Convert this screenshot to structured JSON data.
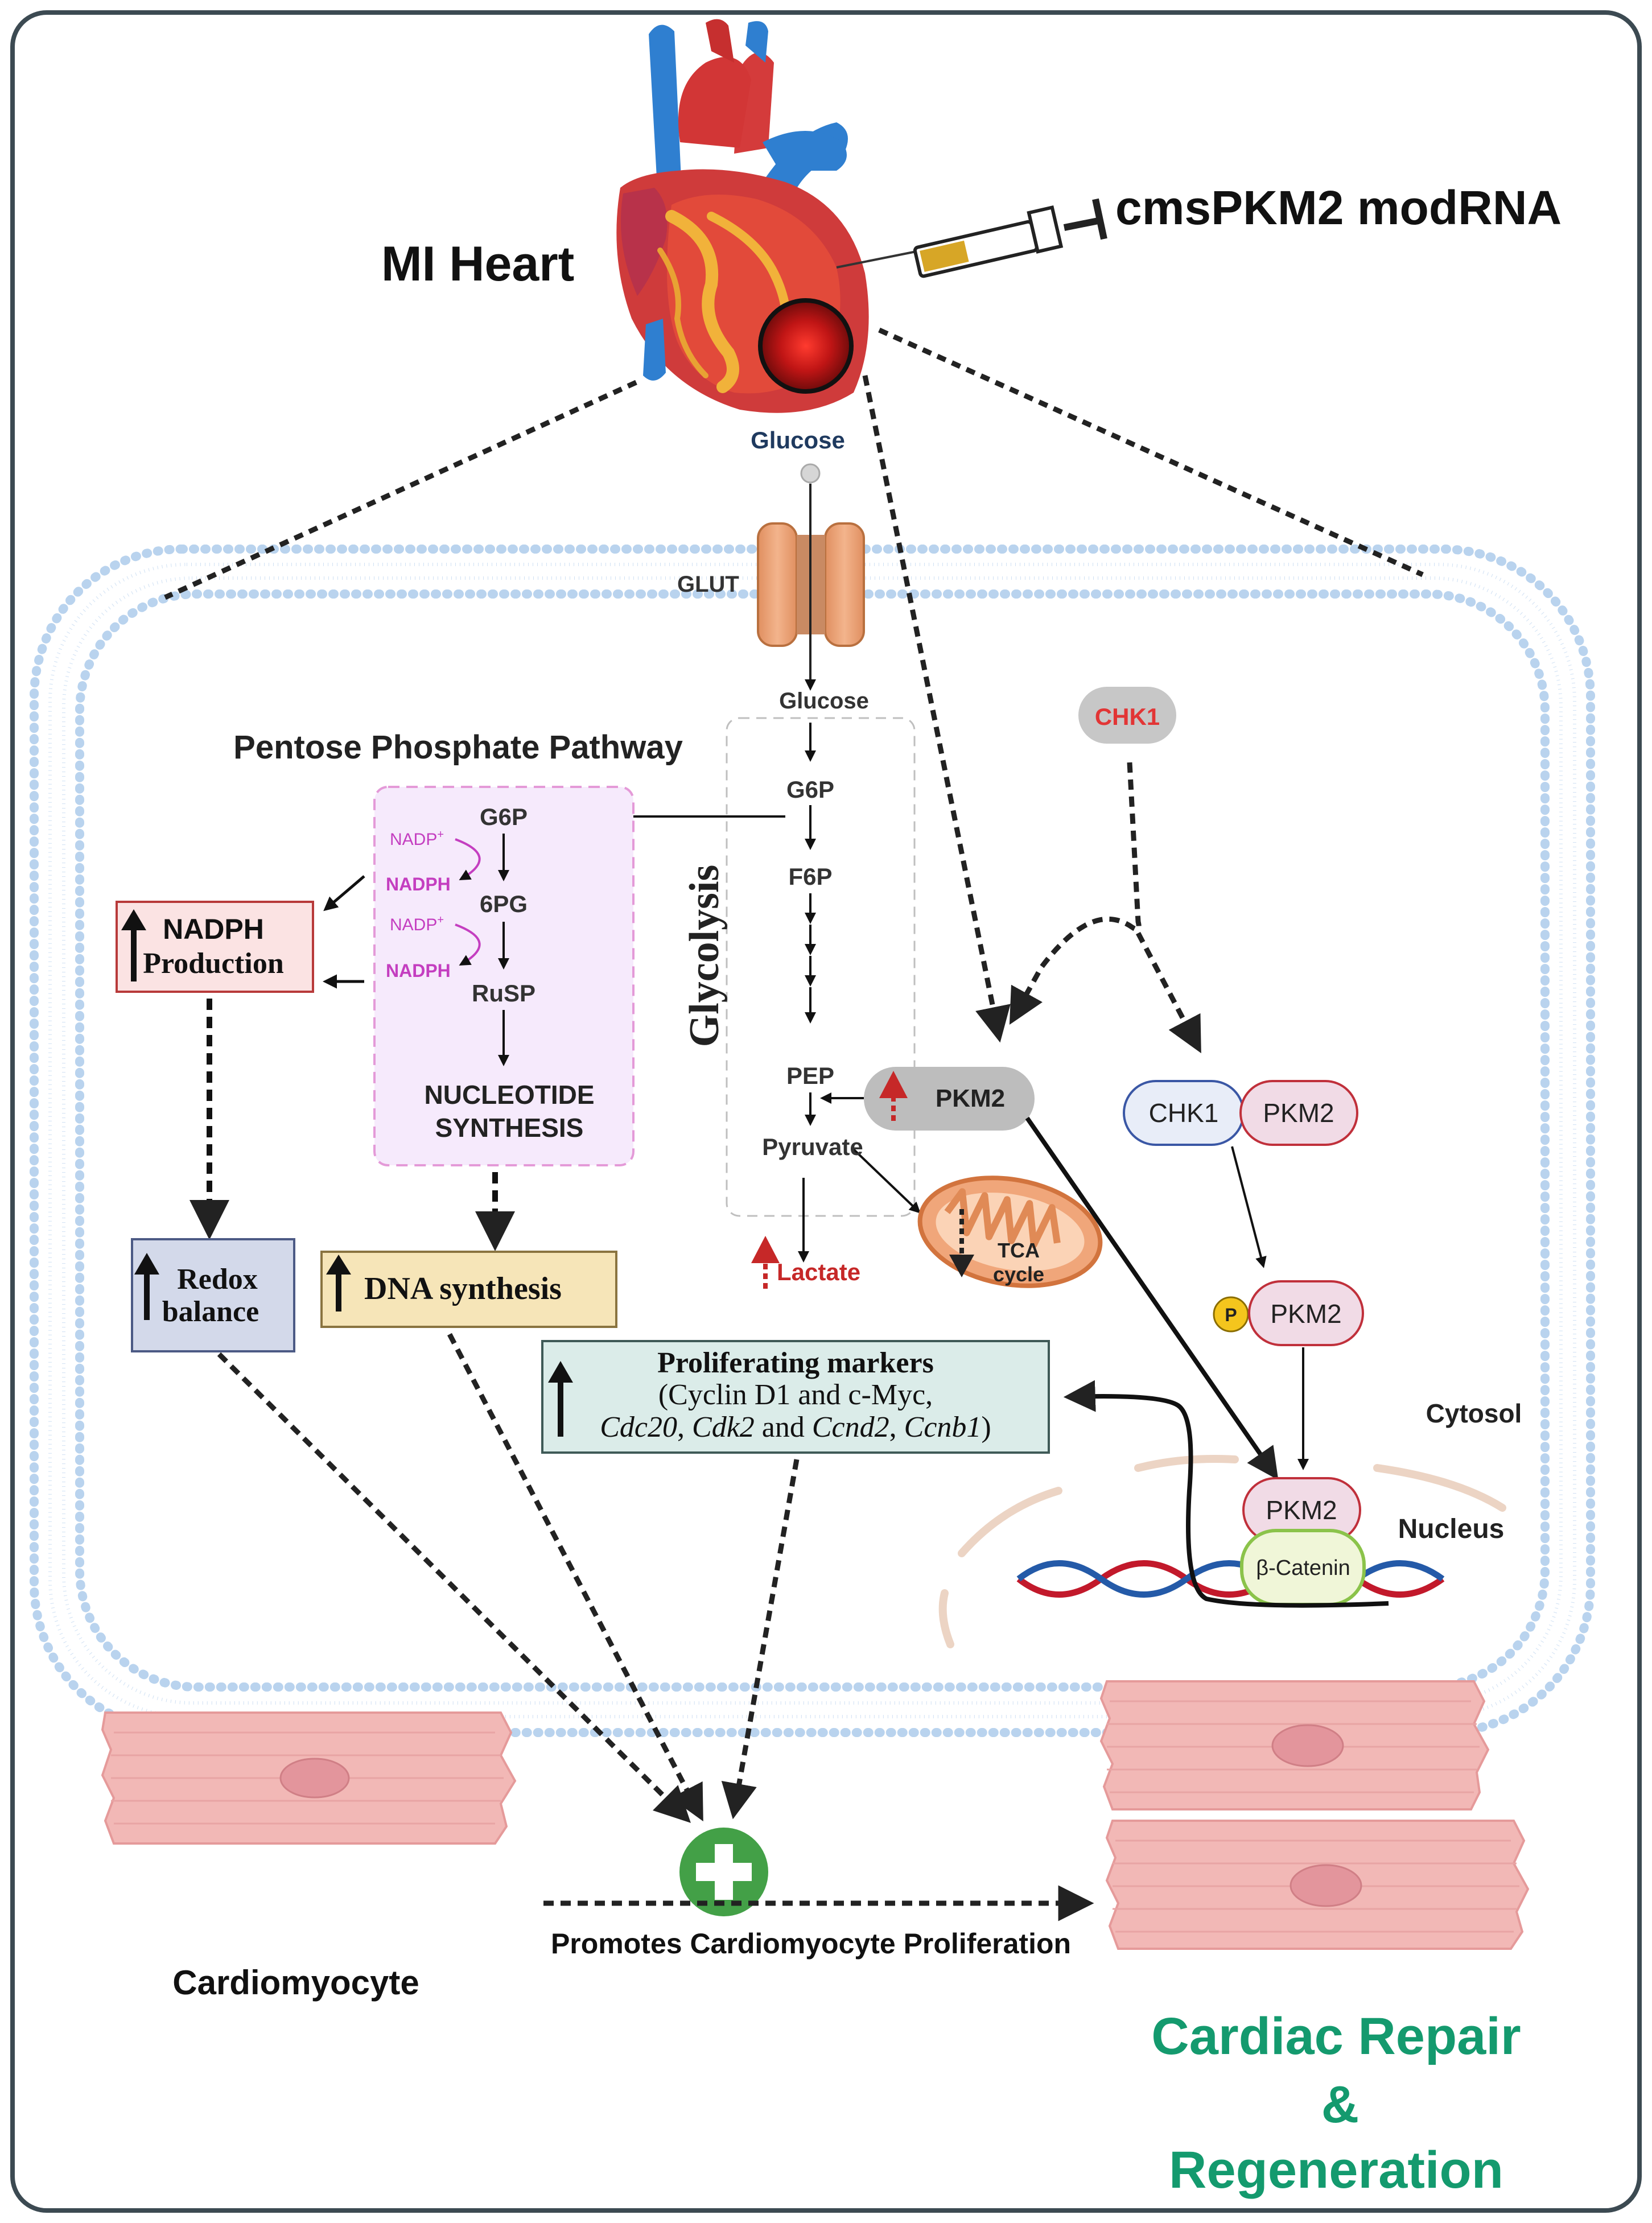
{
  "header": {
    "title": "MI Heart",
    "treatment": "cmsPKM2 modRNA"
  },
  "uptake": {
    "glucose_outside": "Glucose",
    "transporter": "GLUT",
    "glucose_inside": "Glucose"
  },
  "glycolysis": {
    "title": "Glycolysis",
    "g6p": "G6P",
    "f6p": "F6P",
    "pep": "PEP",
    "pyruvate": "Pyruvate",
    "lactate": "Lactate",
    "tca_line1": "TCA",
    "tca_line2": "cycle"
  },
  "ppp": {
    "title": "Pentose Phosphate Pathway",
    "g6p": "G6P",
    "pg6": "6PG",
    "ru5p": "RuSP",
    "nadp": "NADP",
    "nadp_sup": "+",
    "nadph": "NADPH",
    "nucleotide_line1": "NUCLEOTIDE",
    "nucleotide_line2": "SYNTHESIS"
  },
  "outcomes": {
    "nadph_line1": "NADPH",
    "nadph_line2": "Production",
    "redox_line1": "Redox",
    "redox_line2": "balance",
    "dna": "DNA synthesis",
    "prolif_title": "Proliferating markers",
    "prolif_line2": "(Cyclin D1 and c-Myc,",
    "prolif_g1": "Cdc20",
    "prolif_sep1": ", ",
    "prolif_g2": "Cdk2",
    "prolif_and": " and ",
    "prolif_g3": "Ccnd2",
    "prolif_sep2": ", ",
    "prolif_g4": "Ccnb1",
    "prolif_close": ")"
  },
  "signaling": {
    "chk1": "CHK1",
    "pkm2": "PKM2",
    "complex_chk1": "CHK1",
    "complex_pkm2": "PKM2",
    "phospho": "P",
    "p_pkm2": "PKM2",
    "nuclear_pkm2": "PKM2",
    "beta_catenin": "β-Catenin",
    "cytosol": "Cytosol",
    "nucleus": "Nucleus"
  },
  "footer": {
    "cardiomyocyte": "Cardiomyocyte",
    "promotes": "Promotes Cardiomyocyte Proliferation",
    "repair_line1": "Cardiac Repair",
    "repair_line2": "&",
    "repair_line3": "Regeneration"
  },
  "colors": {
    "membrane": "#aac8e8",
    "ppp_fill": "#f6eafc",
    "ppp_border": "#e49ad8",
    "nadph_magenta": "#c43ec0",
    "nadph_box": "#fbe3e3",
    "redox_box": "#d3d9ea",
    "dna_box": "#f6e5b8",
    "prolif_box": "#dbece9",
    "pkm2_gray": "#bdbdbd",
    "chk1_red": "#e23535",
    "up_red": "#c62828",
    "plus_green": "#43a047",
    "repair_green": "#149a6e",
    "cell_pink": "#f2b8b6",
    "dna_red": "#c2192b",
    "dna_blue": "#245aa8"
  }
}
